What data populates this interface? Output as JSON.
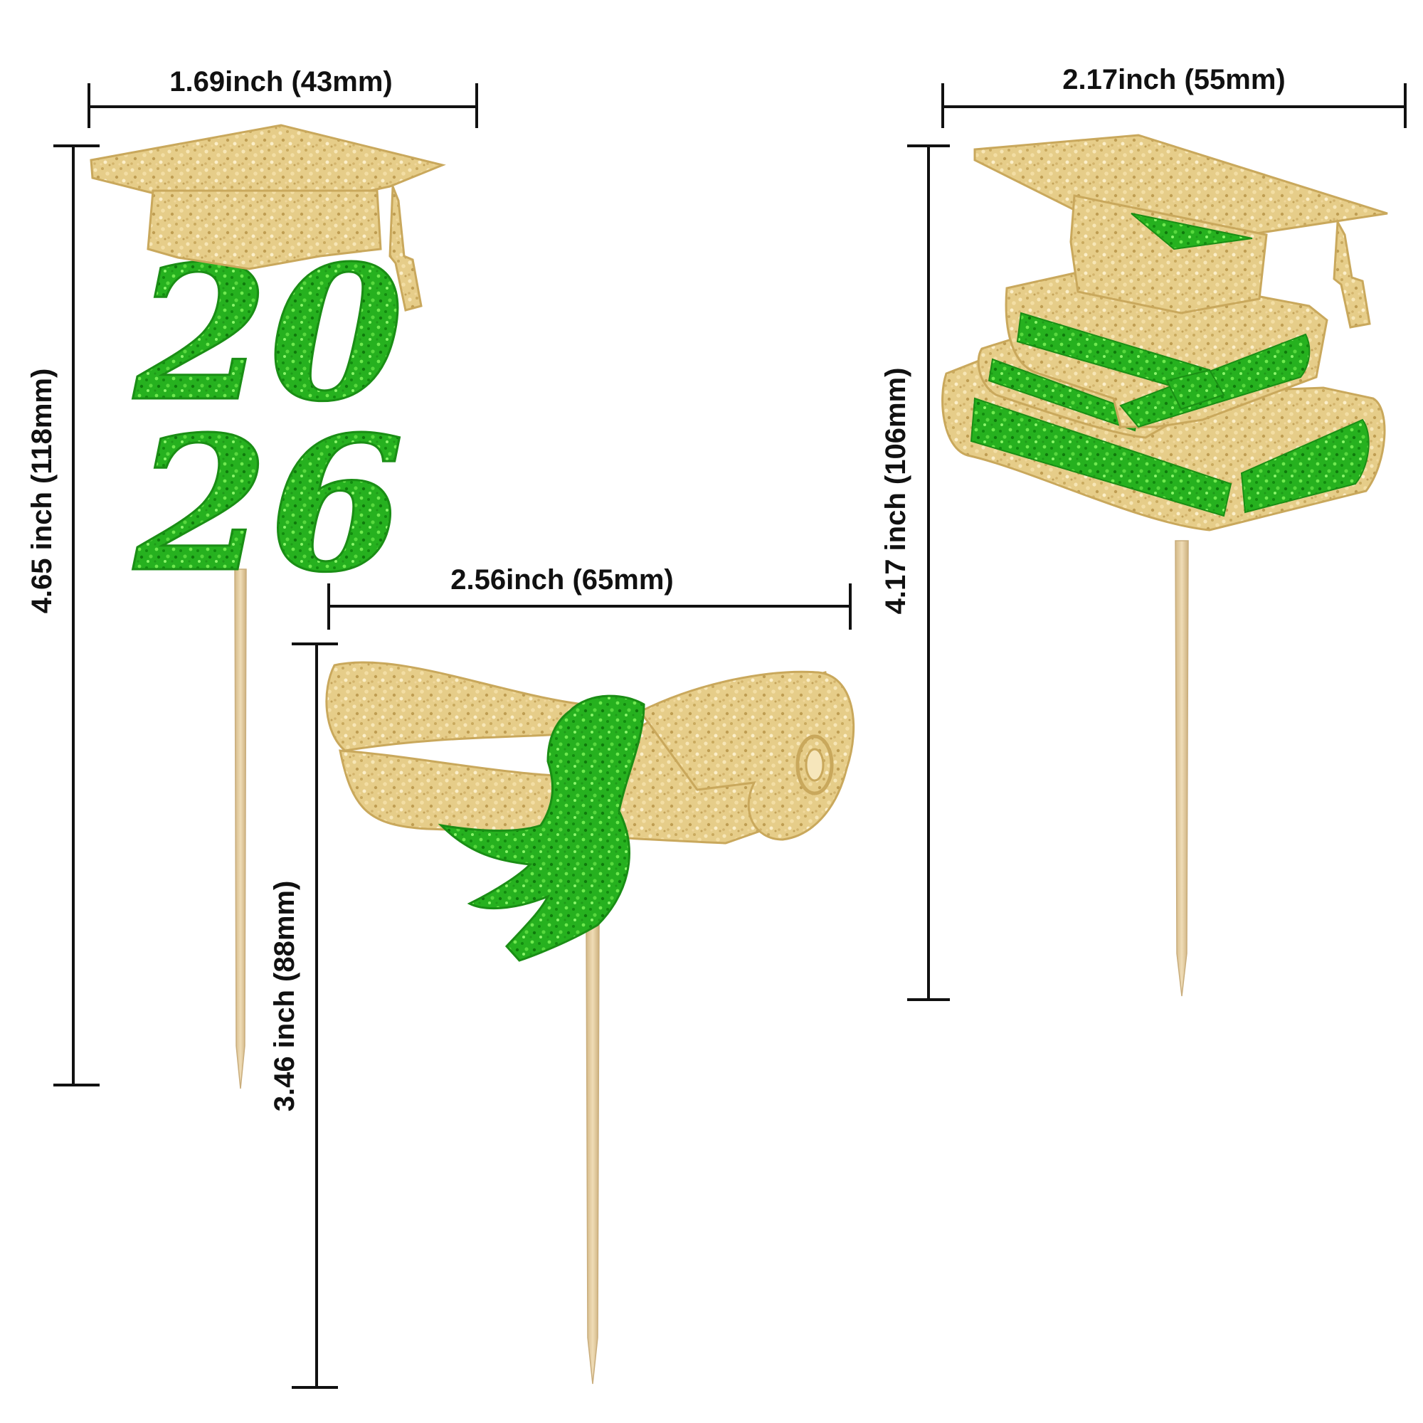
{
  "colors": {
    "background": "#ffffff",
    "gold_light": "#f0d89a",
    "gold": "#dcbf72",
    "gold_dark": "#b8974a",
    "green_light": "#5fe04a",
    "green": "#24b020",
    "green_dark": "#127a10",
    "stick": "#e2cba0",
    "stick_edge": "#c9ad7c",
    "dimension_line": "#111111"
  },
  "toppers": [
    {
      "name": "2026 cap topper",
      "year_text": "2026",
      "width_label": "1.69inch  (43mm)",
      "height_label": "4.65 inch  (118mm)"
    },
    {
      "name": "diploma topper",
      "width_label": "2.56inch  (65mm)",
      "height_label": "3.46 inch  (88mm)"
    },
    {
      "name": "books and cap topper",
      "width_label": "2.17inch  (55mm)",
      "height_label": "4.17 inch  (106mm)"
    }
  ]
}
